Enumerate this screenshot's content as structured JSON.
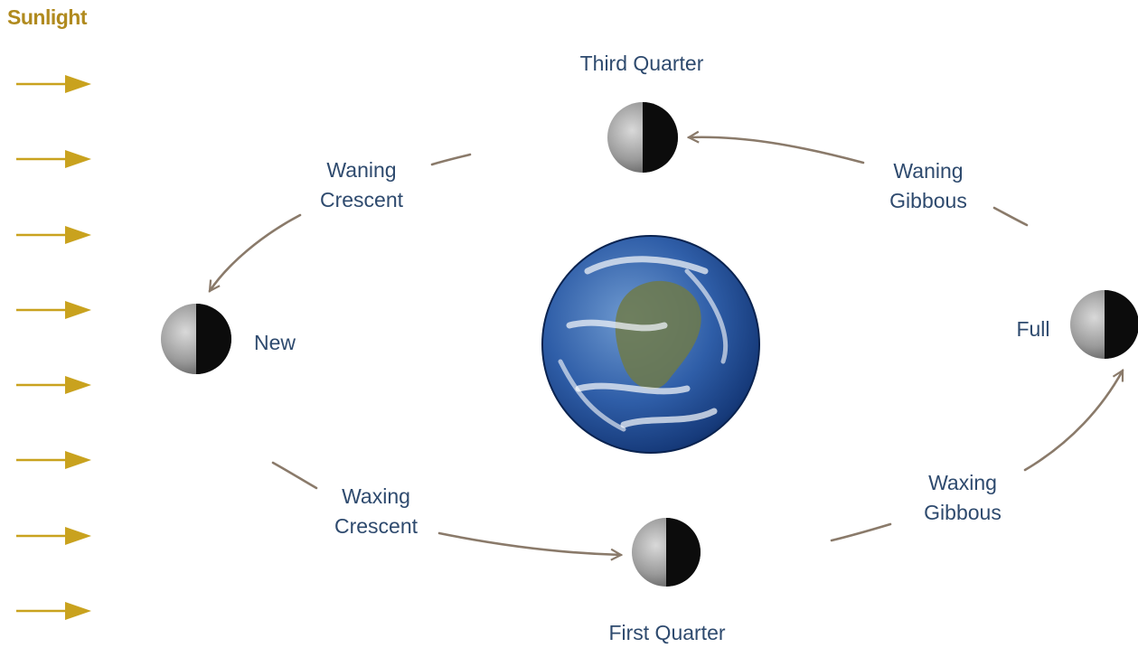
{
  "sunlight": {
    "label": "Sunlight",
    "arrow_count": 8,
    "color": "#c9a21e"
  },
  "earth": {
    "icon": "earth-globe"
  },
  "phases": {
    "third_quarter": {
      "label": "Third Quarter",
      "lit_side": "left"
    },
    "new": {
      "label": "New",
      "lit_side": "left"
    },
    "full": {
      "label": "Full",
      "lit_side": "left"
    },
    "first_quarter": {
      "label": "First Quarter",
      "lit_side": "left"
    }
  },
  "transitions": {
    "waning_crescent": {
      "line1": "Waning",
      "line2": "Crescent"
    },
    "waning_gibbous": {
      "line1": "Waning",
      "line2": "Gibbous"
    },
    "waxing_crescent": {
      "line1": "Waxing",
      "line2": "Crescent"
    },
    "waxing_gibbous": {
      "line1": "Waxing",
      "line2": "Gibbous"
    }
  },
  "colors": {
    "text": "#2e4a6e",
    "sunlight_text": "#b08a1e",
    "orbit_arrow": "#8a7a6a"
  }
}
